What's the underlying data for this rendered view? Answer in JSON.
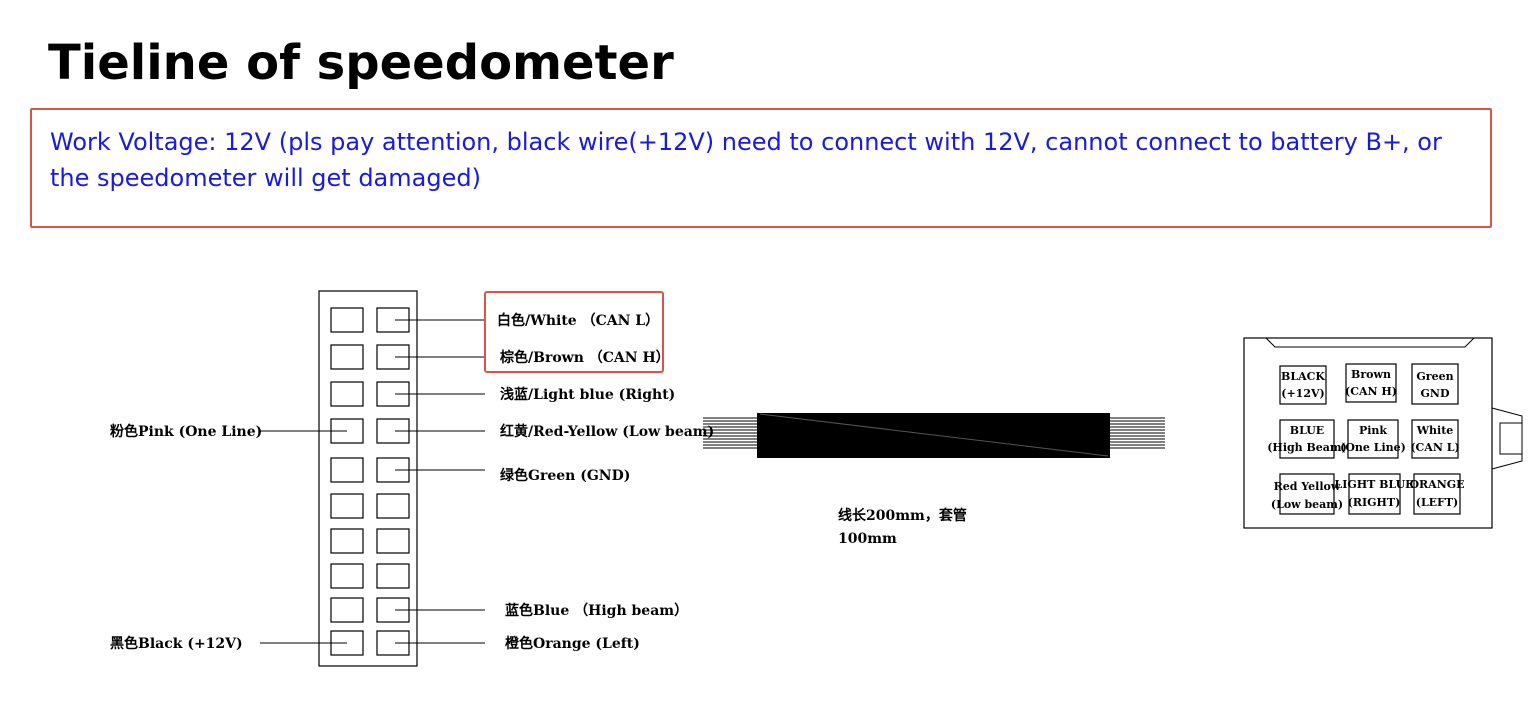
{
  "title": "Tieline of speedometer",
  "note": "Work Voltage: 12V (pls pay attention, black wire(+12V) need to connect with 12V, cannot connect to battery B+, or the speedometer will get damaged)",
  "colors": {
    "note_border": "#d9534f",
    "note_text": "#1a1adb"
  },
  "connector_labels_right": [
    "白色/White （CAN L）",
    "棕色/Brown （CAN H）",
    "浅蓝/Light blue (Right)",
    "红黄/Red-Yellow (Low beam)",
    "绿色Green (GND)",
    "蓝色Blue （High beam）",
    "橙色Orange (Left)"
  ],
  "connector_labels_left": [
    "粉色Pink (One Line)",
    "黑色Black (+12V)"
  ],
  "cable_note": [
    "线长200mm，套管",
    "100mm"
  ],
  "plug_cells": [
    [
      "BLACK",
      "(+12V)"
    ],
    [
      "Brown",
      "(CAN H)"
    ],
    [
      "Green",
      "GND"
    ],
    [
      "BLUE",
      "(High Beam)"
    ],
    [
      "Pink",
      "(One Line)"
    ],
    [
      "White",
      "(CAN L)"
    ],
    [
      "Red Yellow",
      "(Low beam)"
    ],
    [
      "LIGHT BLUE",
      "(RIGHT)"
    ],
    [
      "ORANGE",
      "(LEFT)"
    ]
  ]
}
